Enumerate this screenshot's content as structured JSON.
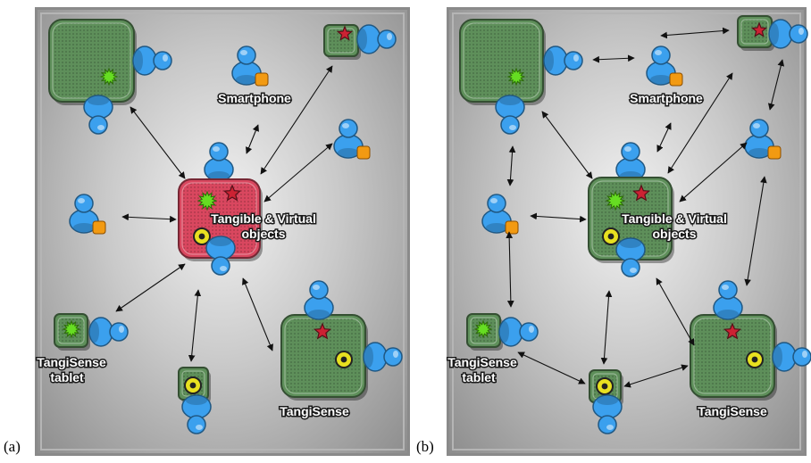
{
  "panels": [
    {
      "label": "(a)",
      "labels": {
        "smartphone": "Smartphone",
        "objects_line1": "Tangible & Virtual",
        "objects_line2": "objects",
        "tablet_line1": "TangiSense",
        "tablet_line2": "tablet",
        "table": "TangiSense"
      },
      "colors": {
        "center_table": "#d9475f"
      }
    },
    {
      "label": "(b)",
      "labels": {
        "smartphone": "Smartphone",
        "objects_line1": "Tangible & Virtual",
        "objects_line2": "objects",
        "tablet_line1": "TangiSense",
        "tablet_line2": "tablet",
        "table": "TangiSense"
      },
      "colors": {
        "center_table": "#5e8f5a"
      }
    }
  ],
  "colors": {
    "user": "#3ba0ee",
    "green_table": "#5e8f5a",
    "phone": "#f29a12",
    "star": "#cc2233",
    "burst": "#66dd22",
    "ring": "#e8e020"
  }
}
